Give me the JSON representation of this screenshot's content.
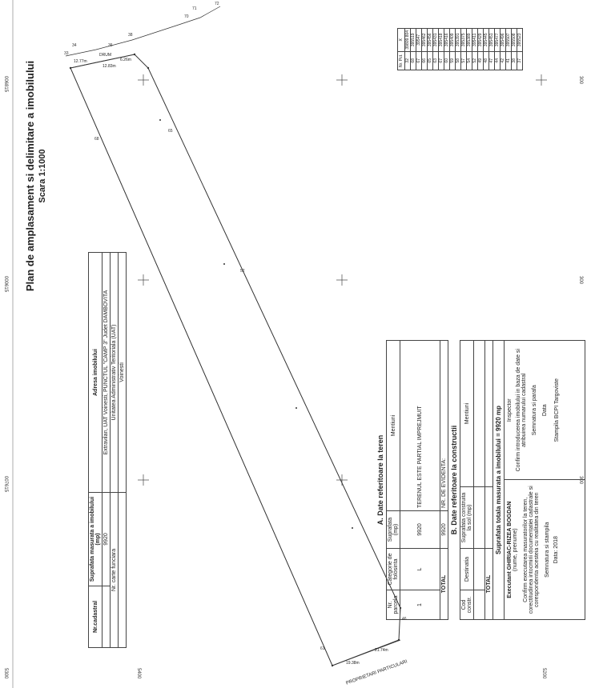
{
  "title": "Plan de amplasament si delimitare a imobilului",
  "scale": "Scara 1:1000",
  "grid_labels": {
    "top": [
      "006815",
      "000615",
      "007615"
    ],
    "bottom": [
      "5400",
      "5300",
      "5200"
    ],
    "right": [
      "300",
      "300",
      "300"
    ]
  },
  "info_table": {
    "h1": "Nr.cadastral",
    "h2": "Suprafata masurata a imobilului (mp)",
    "h3": "Adresa imobilului",
    "surface": "9920",
    "address": "Extravilan, UAT Voinesti, PUNCTUL \"CAMP 3\" Judet DAMBOVITA",
    "h_carte": "Nr. carte funciara",
    "h_uat": "Unitatea Administrativ Teritoriala (UAT)",
    "uat": "Voinesti"
  },
  "section_a": {
    "title": "A. Date referitoare la teren",
    "headers": [
      "Nr. parcela",
      "Categorie de folosinta",
      "Suprafata (mp)",
      "Mentiuni"
    ],
    "row": [
      "1",
      "L",
      "9920",
      "TERENUL ESTE PARTIAL IMPREJMUIT"
    ],
    "total_label": "TOTAL",
    "total_value": "9920",
    "nr_evidenta": "NR. DE EVIDENTA:"
  },
  "section_b": {
    "title": "B. Date referitoare la constructii",
    "headers": [
      "Cod constr.",
      "Destinatia",
      "Suprafata construita la sol (mp)",
      "Mentiuni"
    ],
    "total_label": "TOTAL"
  },
  "total_surface": "Suprafata totala masurata a imobilului = 9920 mp",
  "executant": {
    "title": "Executant GHIRIAC-RIZEA BOGDAN",
    "sub": "(nume, prenume)",
    "text": "Confirm executarea masuratorilor la teren, corectitudinea intocmirii documentatiei cadastrale si corespondenta acesteia cu realitatea din teren",
    "sign": "Semnatura si stampila",
    "date": "Data: 2018"
  },
  "inspector": {
    "title": "Inspector",
    "text": "Confirm introducerea imobilului in baza de date si atribuirea numarului cadastral",
    "sign": "Semnatura si parafa",
    "date": "Data",
    "stamp": "Stampila BCPI Targoviste"
  },
  "coord_table": {
    "headers": [
      "Nr. Pct.",
      "X"
    ],
    "rows": [
      [
        "32",
        "39809.804"
      ],
      [
        "68",
        "395519"
      ],
      [
        "67",
        "39547"
      ],
      [
        "66",
        "395462"
      ],
      [
        "65",
        "395456"
      ],
      [
        "63",
        "395431"
      ],
      [
        "67",
        "395418"
      ],
      [
        "60",
        "395416"
      ],
      [
        "59",
        "395409"
      ],
      [
        "58",
        "395391"
      ],
      [
        "57",
        "395375"
      ],
      [
        "54",
        "395389"
      ],
      [
        "52",
        "395411"
      ],
      [
        "49",
        "395429"
      ],
      [
        "48",
        "395445"
      ],
      [
        "47",
        "395451"
      ],
      [
        "44",
        "395477"
      ],
      [
        "42",
        "395496"
      ],
      [
        "41",
        "395507"
      ],
      [
        "38",
        "395508"
      ],
      [
        "37",
        "395523"
      ]
    ]
  },
  "plot_labels": {
    "proprietar": "PROPRIETARI PARTICULARI",
    "dim1": "12.77m",
    "dim2": "12.83m",
    "dim3": "6.26m",
    "dim4": "19.38m",
    "dim5": "21.74m",
    "drum": "DRUM"
  }
}
